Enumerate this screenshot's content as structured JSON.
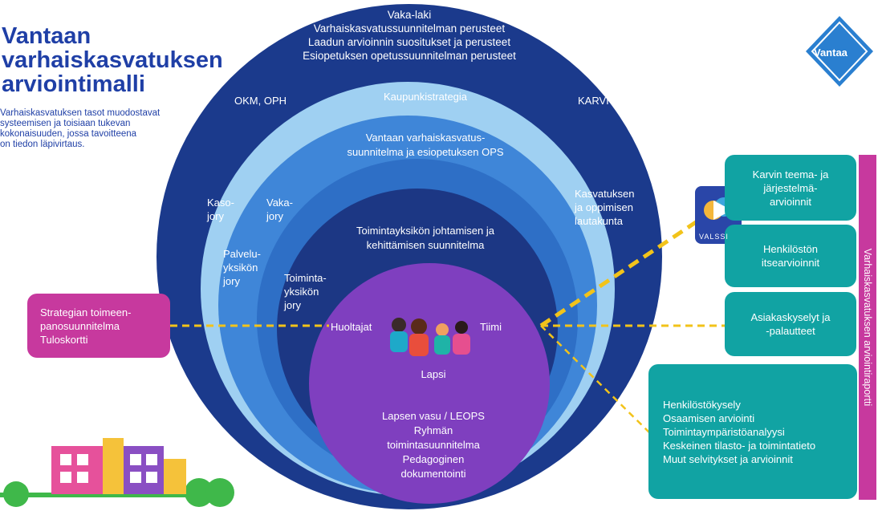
{
  "title_lines": [
    "Vantaan",
    "varhaiskasvatuksen",
    "arviointimalli"
  ],
  "subtitle_lines": [
    "Varhaiskasvatuksen tasot muodostavat",
    "systeemisen ja toisiaan tukevan",
    "kokonaisuuden, jossa tavoitteena",
    "on tiedon läpivirtaus."
  ],
  "rings": {
    "national": [
      "Vaka-laki",
      "Varhaiskasvatussuunnitelman perusteet",
      "Laadun arvioinnin suositukset ja perusteet",
      "Esiopetuksen opetussuunnitelman perusteet"
    ],
    "okm": "OKM, OPH",
    "karvi": "KARVI",
    "city_strategy": "Kaupunkistrategia",
    "vantaa_plan": [
      "Vantaan varhaiskasvatus-",
      "suunnitelma ja esiopetuksen OPS"
    ],
    "kaso": [
      "Kaso-",
      "jory"
    ],
    "vaka": [
      "Vaka-",
      "jory"
    ],
    "palvelu": [
      "Palvelu-",
      "yksikön",
      "jory"
    ],
    "committee": [
      "Kasvatuksen",
      "ja oppimisen",
      "lautakunta"
    ],
    "unit_plan": [
      "Toimintayksikön johtamisen ja",
      "kehittämisen suunnitelma"
    ],
    "unit_board": [
      "Toiminta-",
      "yksikön",
      "jory"
    ],
    "guardians": "Huoltajat",
    "team": "Tiimi",
    "child": "Lapsi",
    "child_docs": [
      "Lapsen vasu / LEOPS",
      "Ryhmän",
      "toimintasuunnitelma",
      "Pedagoginen",
      "dokumentointi"
    ]
  },
  "boxes": {
    "strategy": [
      "Strategian toimeen-",
      "panosuunnitelma",
      "Tuloskortti"
    ],
    "karvi_eval": [
      "Karvin teema- ja",
      "järjestelmä-",
      "arvioinnit"
    ],
    "self_eval": [
      "Henkilöstön",
      "itsearvioinnit"
    ],
    "customer": [
      "Asiakaskyselyt ja",
      "-palautteet"
    ],
    "staff": [
      "Henkilöstökysely",
      "Osaamisen arviointi",
      "Toimintaympäristöanalyysi",
      "Keskeinen tilasto- ja toimintatieto",
      "Muut selvitykset ja arvioinnit"
    ]
  },
  "report": "Varhaiskasvatuksen arviointiraportti",
  "logo_text": "Vantaa",
  "valssi_text": "VALSSI",
  "colors": {
    "title": "#1f3fa6",
    "ring1": "#1b3a8c",
    "ring2": "#3f86d8",
    "ring3": "#9fd0f2",
    "ring4": "#2e6fc6",
    "ring5": "#1c3784",
    "center": "#7f3fbf",
    "teal": "#11a3a3",
    "magenta": "#c7399e",
    "dash": "#f2c31a"
  }
}
